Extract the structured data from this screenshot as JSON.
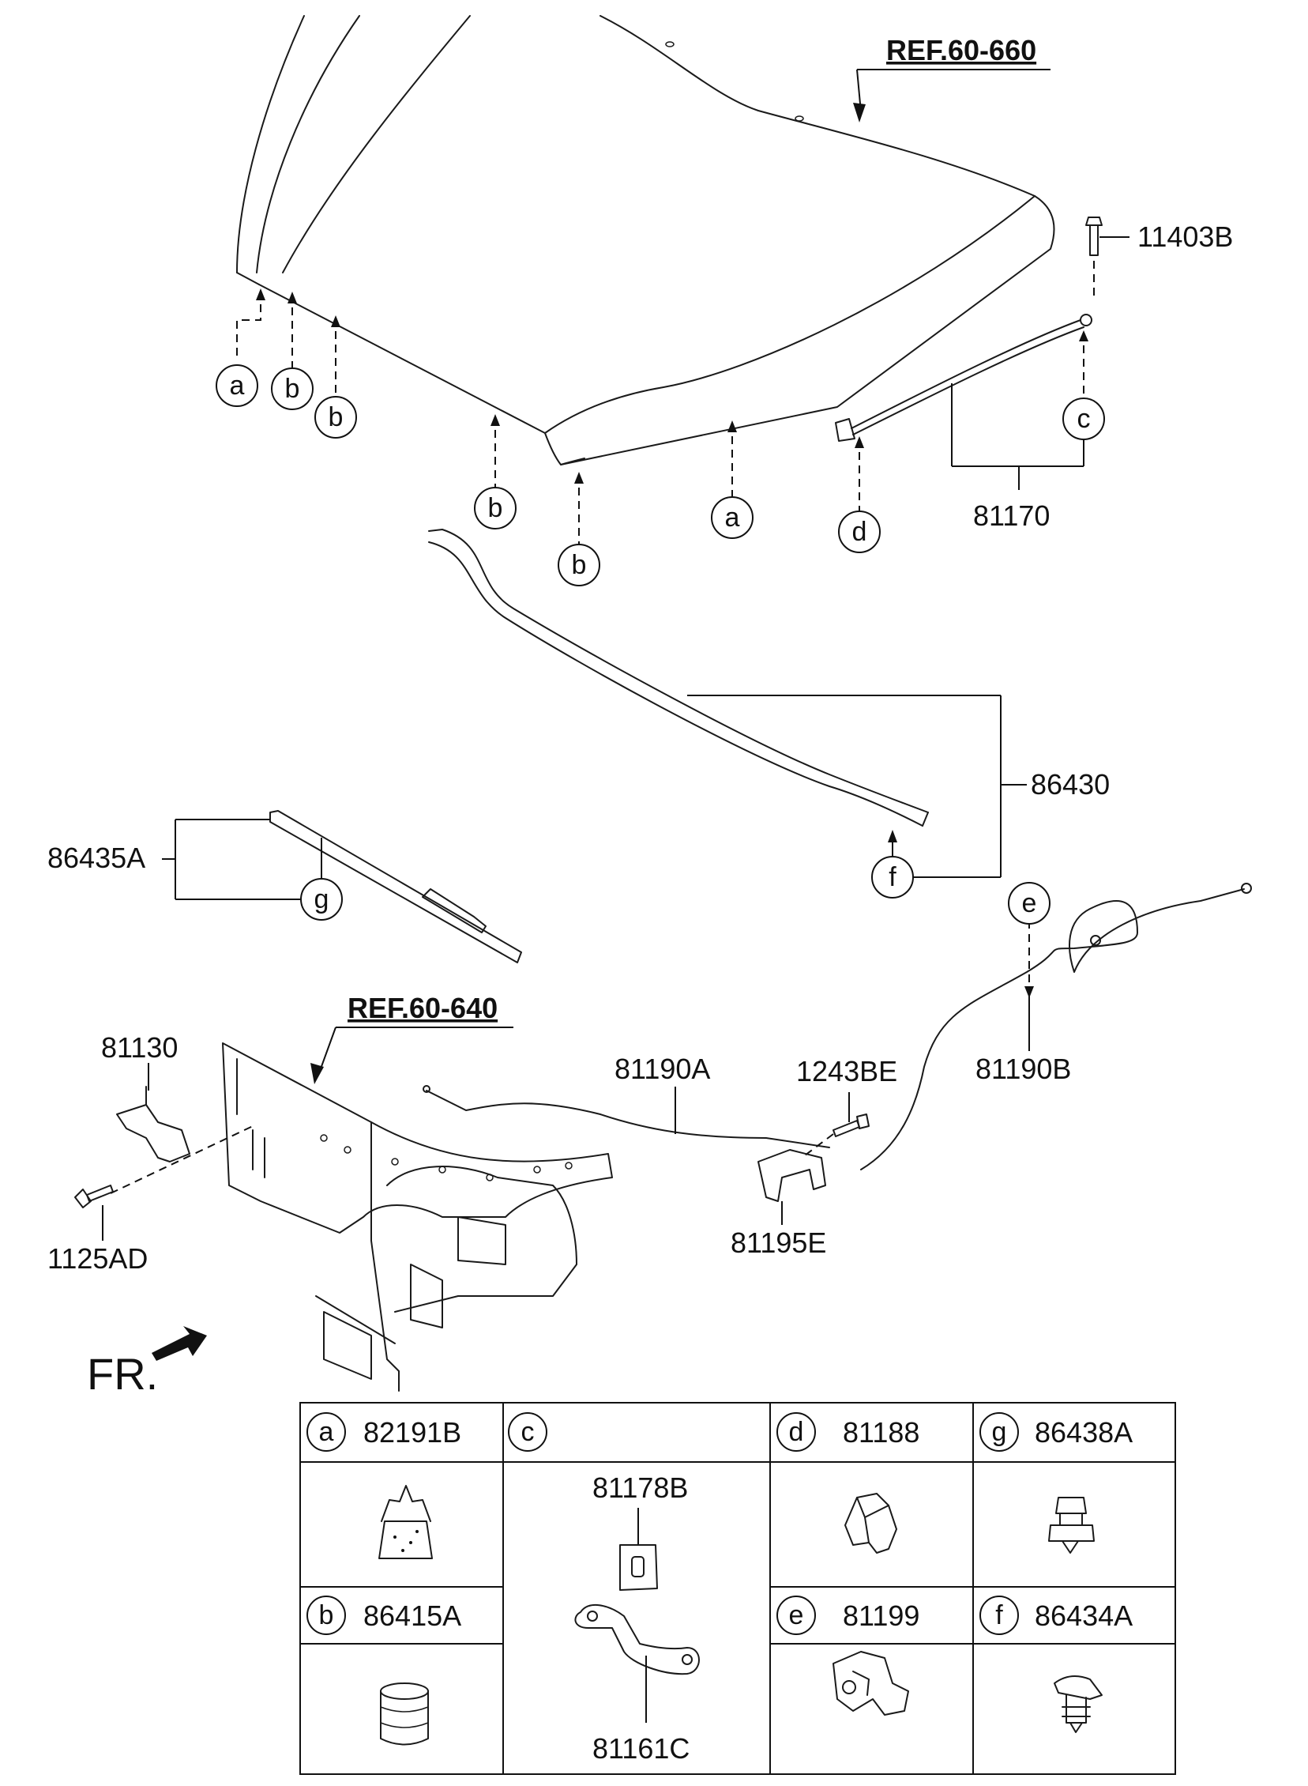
{
  "refs": {
    "hood": "REF.60-660",
    "front_panel": "REF.60-640"
  },
  "fr_label": "FR.",
  "part_labels": {
    "p11403B": "11403B",
    "p81170": "81170",
    "p86430": "86430",
    "p86435A": "86435A",
    "p81130": "81130",
    "p1125AD": "1125AD",
    "p81190A": "81190A",
    "p1243BE": "1243BE",
    "p81190B": "81190B",
    "p81195E": "81195E"
  },
  "callouts": {
    "a": "a",
    "b": "b",
    "c": "c",
    "d": "d",
    "e": "e",
    "f": "f",
    "g": "g"
  },
  "legend": {
    "a": {
      "letter": "a",
      "part": "82191B"
    },
    "b": {
      "letter": "b",
      "part": "86415A"
    },
    "c": {
      "letter": "c",
      "part_top": "81178B",
      "part_bottom": "81161C"
    },
    "d": {
      "letter": "d",
      "part": "81188"
    },
    "e": {
      "letter": "e",
      "part": "81199"
    },
    "f": {
      "letter": "f",
      "part": "86434A"
    },
    "g": {
      "letter": "g",
      "part": "86438A"
    }
  },
  "icon": "fr-direction-arrow-icon"
}
